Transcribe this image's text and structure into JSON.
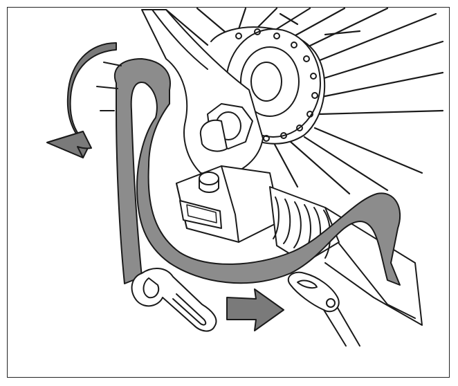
{
  "colors": {
    "ink": "#1a1a1a",
    "arrow_fill": "#7a7a7a",
    "strap_fill": "#8c8c8c",
    "background": "#ffffff"
  },
  "parts": [
    "rotate-arrow-icon",
    "strap-band",
    "strap-hook",
    "hook-eyelet",
    "push-arrow-icon",
    "wheel-hub",
    "wheel-spokes",
    "axle-nut",
    "hub-motor-housing",
    "cable-boot",
    "frame-dropout"
  ]
}
